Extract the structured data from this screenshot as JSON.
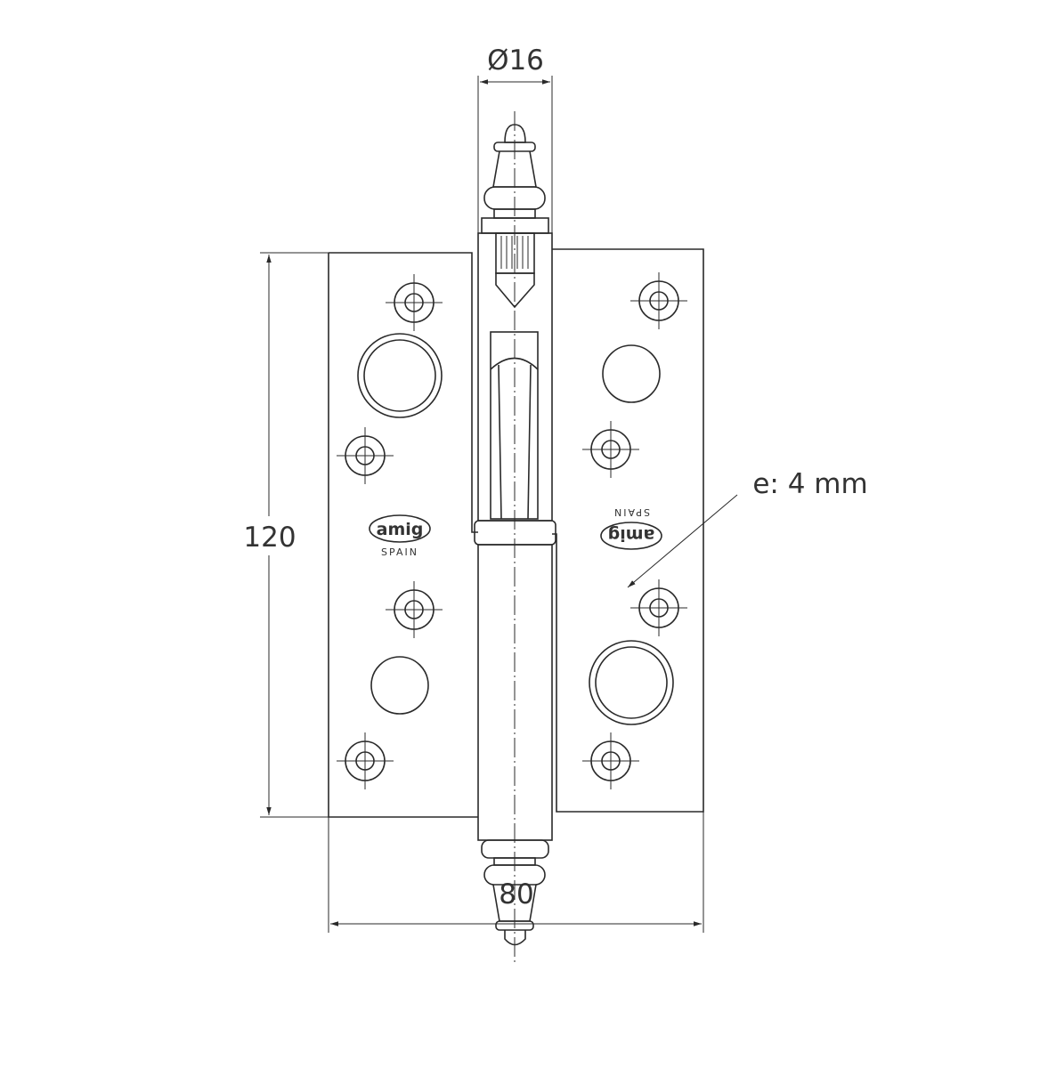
{
  "title": "Hinge technical drawing",
  "dimensions": {
    "pin_diameter": "Ø16",
    "height": "120",
    "width": "80",
    "thickness": "e: 4 mm"
  },
  "logo": {
    "brand": "amig",
    "country": "SPAIN"
  },
  "colors": {
    "line": "#2a2a2a",
    "background": "#ffffff"
  }
}
